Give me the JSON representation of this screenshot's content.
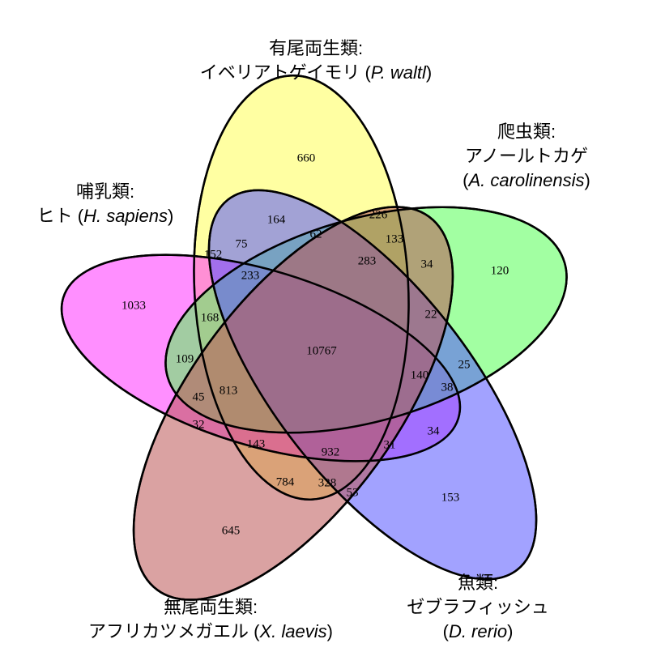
{
  "sets": [
    {
      "id": "amphibian-newt",
      "line1": "有尾両生類:",
      "line2_jp": "イベリアトゲイモリ (",
      "line2_sci": "P. waltl",
      "line2_end": ")",
      "color": "#ffff66"
    },
    {
      "id": "reptile",
      "line1": "爬虫類:",
      "line2_jp": "アノールトカゲ",
      "line3_open": "(",
      "line3_sci": "A. carolinensis",
      "line3_end": ")",
      "color": "#66ff66"
    },
    {
      "id": "mammal",
      "line1": "哺乳類:",
      "line2_jp": "ヒト (",
      "line2_sci": "H. sapiens",
      "line2_end": ")",
      "color": "#ff44ff"
    },
    {
      "id": "fish",
      "line1": "魚類:",
      "line2_jp": "ゼブラフィッシュ",
      "line3_open": "(",
      "line3_sci": "D. rerio",
      "line3_end": ")",
      "color": "#6666ff"
    },
    {
      "id": "amphibian-frog",
      "line1": "無尾両生類:",
      "line2_jp": "アフリカツメガエル (",
      "line2_sci": "X. laevis",
      "line2_end": ")",
      "color": "#c07070"
    }
  ],
  "regions": [
    "660",
    "120",
    "1033",
    "153",
    "645",
    "164",
    "226",
    "152",
    "75",
    "62",
    "133",
    "283",
    "233",
    "34",
    "22",
    "168",
    "10767",
    "109",
    "25",
    "140",
    "38",
    "45",
    "813",
    "32",
    "34",
    "143",
    "932",
    "31",
    "784",
    "328",
    "53"
  ]
}
